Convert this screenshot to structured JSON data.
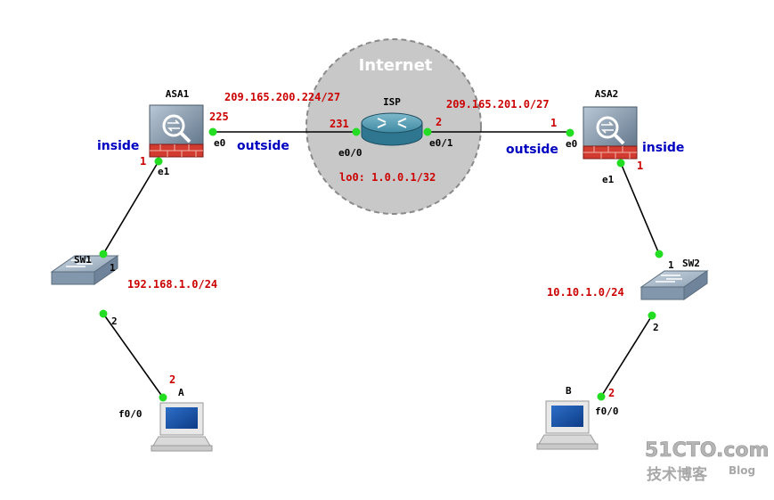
{
  "cloud": {
    "label": "Internet"
  },
  "devices": {
    "asa1": {
      "name": "ASA1"
    },
    "asa2": {
      "name": "ASA2"
    },
    "isp": {
      "name": "ISP",
      "loopback": "lo0: 1.0.0.1/32"
    },
    "sw1": {
      "name": "SW1"
    },
    "sw2": {
      "name": "SW2"
    },
    "pc_a": {
      "name": "A"
    },
    "pc_b": {
      "name": "B"
    }
  },
  "networks": {
    "left_wan": "209.165.200.224/27",
    "right_wan": "209.165.201.0/27",
    "left_lan": "192.168.1.0/24",
    "right_lan": "10.10.1.0/24"
  },
  "zones": {
    "asa1_inside": "inside",
    "asa1_outside": "outside",
    "asa2_inside": "inside",
    "asa2_outside": "outside"
  },
  "interfaces": {
    "asa1_e0": "e0",
    "asa1_e1": "e1",
    "asa2_e0": "e0",
    "asa2_e1": "e1",
    "isp_e00": "e0/0",
    "isp_e01": "e0/1",
    "pc_a_port": "f0/0",
    "pc_b_port": "f0/0"
  },
  "host_ids": {
    "asa1_outside": "225",
    "asa1_inside": "1",
    "isp_left": "231",
    "isp_right": "2",
    "asa2_outside": "1",
    "asa2_inside": "1",
    "pc_a": "2",
    "pc_b": "2"
  },
  "switch_ports": {
    "sw1_up": "1",
    "sw1_down": "2",
    "sw2_up": "1",
    "sw2_down": "2"
  },
  "watermark": {
    "logo": "51CTO.com",
    "sub": "技术博客",
    "blog": "Blog"
  },
  "colors": {
    "link_dot": "#22dd22",
    "cloud": "#c8c8c8",
    "label_red": "#cc0000",
    "zone_blue": "#0000c0"
  }
}
